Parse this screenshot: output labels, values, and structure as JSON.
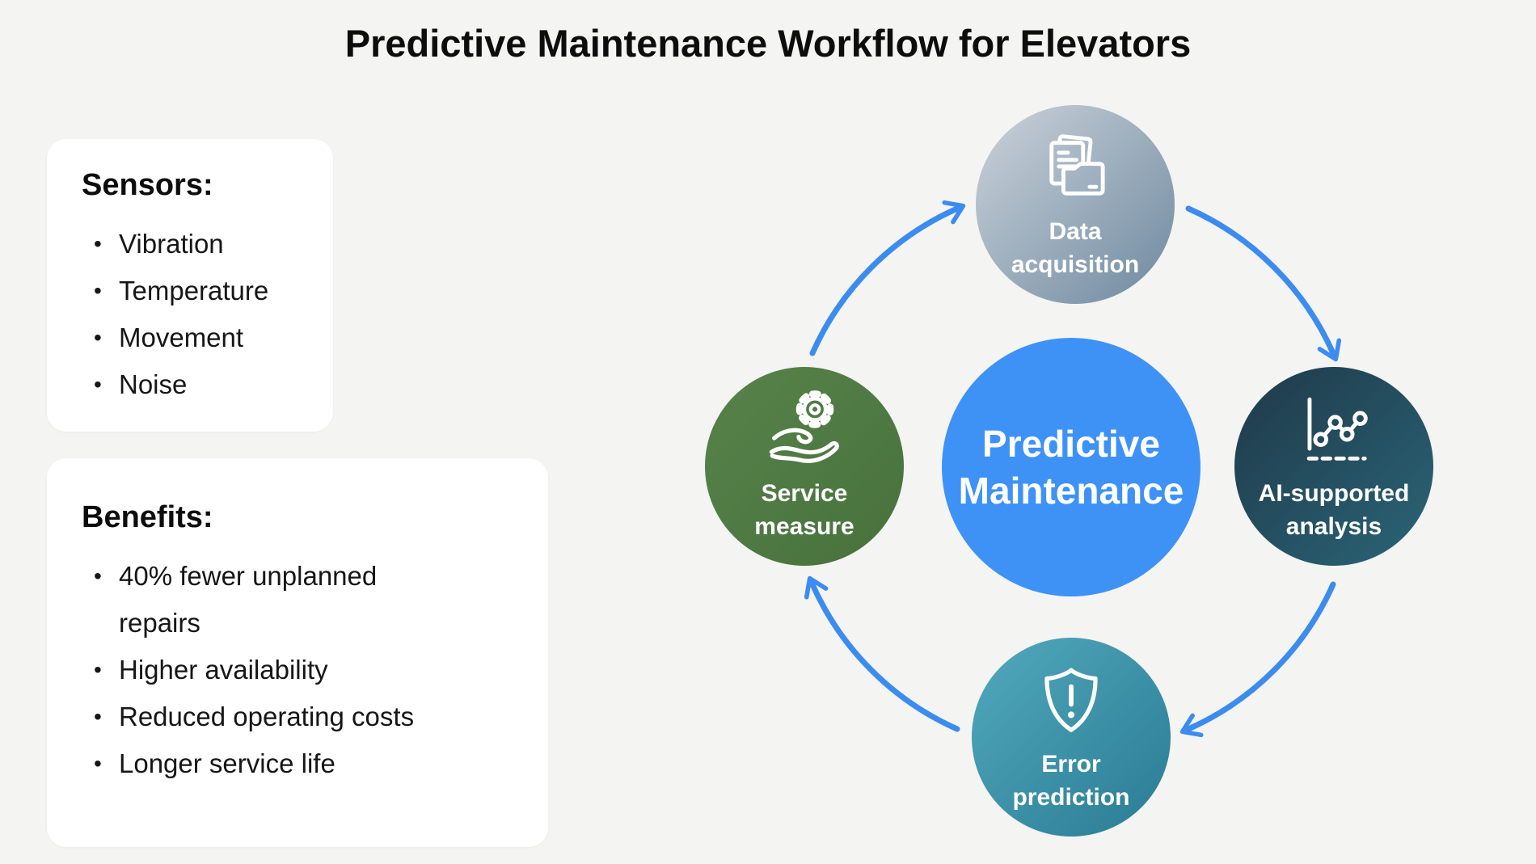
{
  "title": "Predictive Maintenance Workflow for Elevators",
  "sensors_card": {
    "heading": "Sensors:",
    "items": [
      "Vibration",
      "Temperature",
      "Movement",
      "Noise"
    ]
  },
  "benefits_card": {
    "heading": "Benefits:",
    "items": [
      "40% fewer unplanned repairs",
      "Higher availability",
      "Reduced operating costs",
      "Longer service life"
    ]
  },
  "cycle": {
    "center": {
      "label": "Predictive Maintenance",
      "color": "#3e92f6"
    },
    "arrow_color": "#3c8cf0",
    "flow_direction": "clockwise",
    "nodes": [
      {
        "label": "Data acquisition",
        "icon": "documents-folder-icon",
        "position": "top",
        "gradient_start": "#ccd3da",
        "gradient_end": "#6e89a0"
      },
      {
        "label": "AI-supported analysis",
        "icon": "line-chart-icon",
        "position": "right",
        "gradient_start": "#1f3949",
        "gradient_end": "#2a6577"
      },
      {
        "label": "Error prediction",
        "icon": "shield-alert-icon",
        "position": "bottom",
        "gradient_start": "#52a9bd",
        "gradient_end": "#297b93"
      },
      {
        "label": "Service measure",
        "icon": "hand-gear-icon",
        "position": "left",
        "gradient_start": "#57834a",
        "gradient_end": "#48713c"
      }
    ]
  },
  "colors": {
    "background": "#f4f4f3",
    "card": "#ffffff",
    "text": "#111111"
  }
}
